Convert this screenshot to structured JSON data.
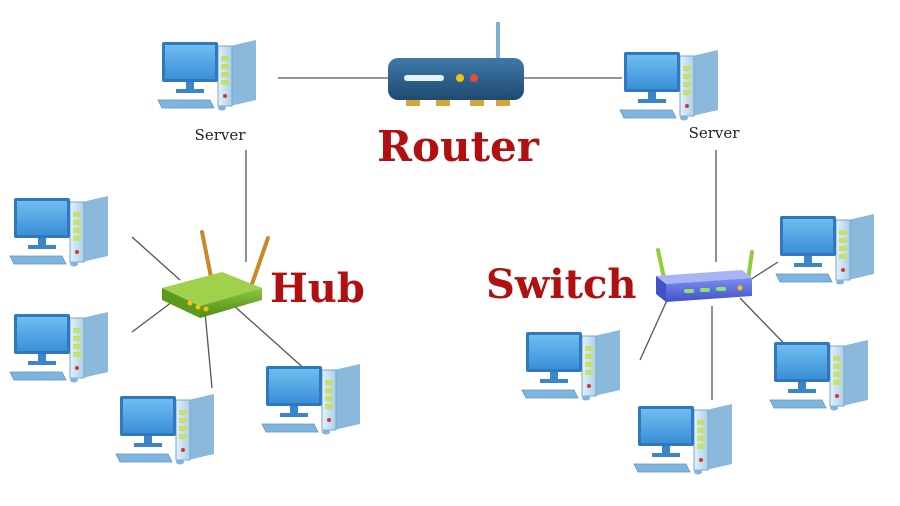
{
  "labels": {
    "router": "Router",
    "hub": "Hub",
    "switch": "Switch",
    "server_left": "Server",
    "server_right": "Server"
  },
  "colors": {
    "router": "#2b5d86",
    "hub": "#6aa622",
    "switch": "#5b6fe0",
    "label": "#b01010",
    "link": "#555555",
    "monitor": "#4aa3e3",
    "tower": "#cfe8f8"
  },
  "icons": {
    "computer": "desktop-computer-icon",
    "router": "router-icon",
    "hub": "hub-icon",
    "switch": "switch-icon"
  }
}
